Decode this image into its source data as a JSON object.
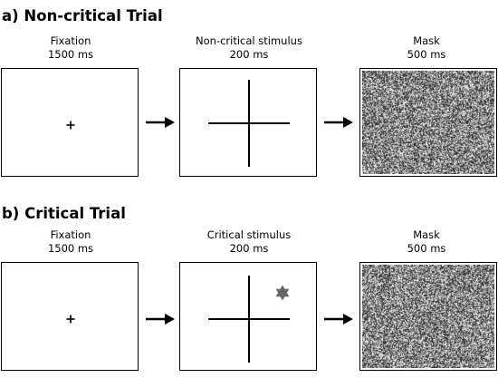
{
  "sections": [
    {
      "title": "a) Non-critical Trial",
      "panels": [
        {
          "label": "Fixation",
          "duration": "1500 ms"
        },
        {
          "label": "Non-critical stimulus",
          "duration": "200 ms"
        },
        {
          "label": "Mask",
          "duration": "500 ms"
        }
      ]
    },
    {
      "title": "b) Critical Trial",
      "panels": [
        {
          "label": "Fixation",
          "duration": "1500 ms"
        },
        {
          "label": "Critical stimulus",
          "duration": "200 ms"
        },
        {
          "label": "Mask",
          "duration": "500 ms"
        }
      ]
    }
  ],
  "colors": {
    "star": "#666666",
    "frame": "#000000"
  },
  "icons": [
    "fixation-cross-icon",
    "arrow-right-icon",
    "star-icon",
    "noise-mask"
  ]
}
